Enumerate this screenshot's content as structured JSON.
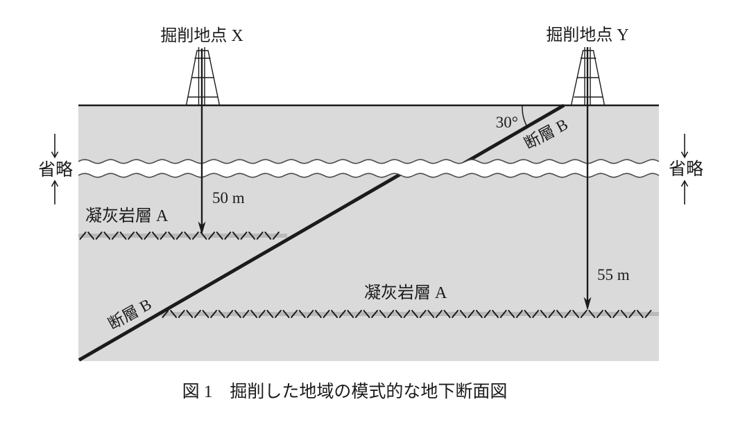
{
  "figure": {
    "site_x": "掘削地点 X",
    "site_y": "掘削地点 Y",
    "angle": "30°",
    "fault_upper": "断層 B",
    "fault_lower": "断層 B",
    "tuff_left": "凝灰岩層 A",
    "tuff_right": "凝灰岩層 A",
    "depth_x": "50 m",
    "depth_y": "55 m",
    "omitted_left": "省略",
    "omitted_right": "省略",
    "caption": "図 1　掘削した地域の模式的な地下断面図"
  },
  "colors": {
    "ground_fill": "#d9dad9",
    "hatch_band": "#b9bab9",
    "line": "#1b1b1b",
    "wave": "#4a4a4a"
  }
}
